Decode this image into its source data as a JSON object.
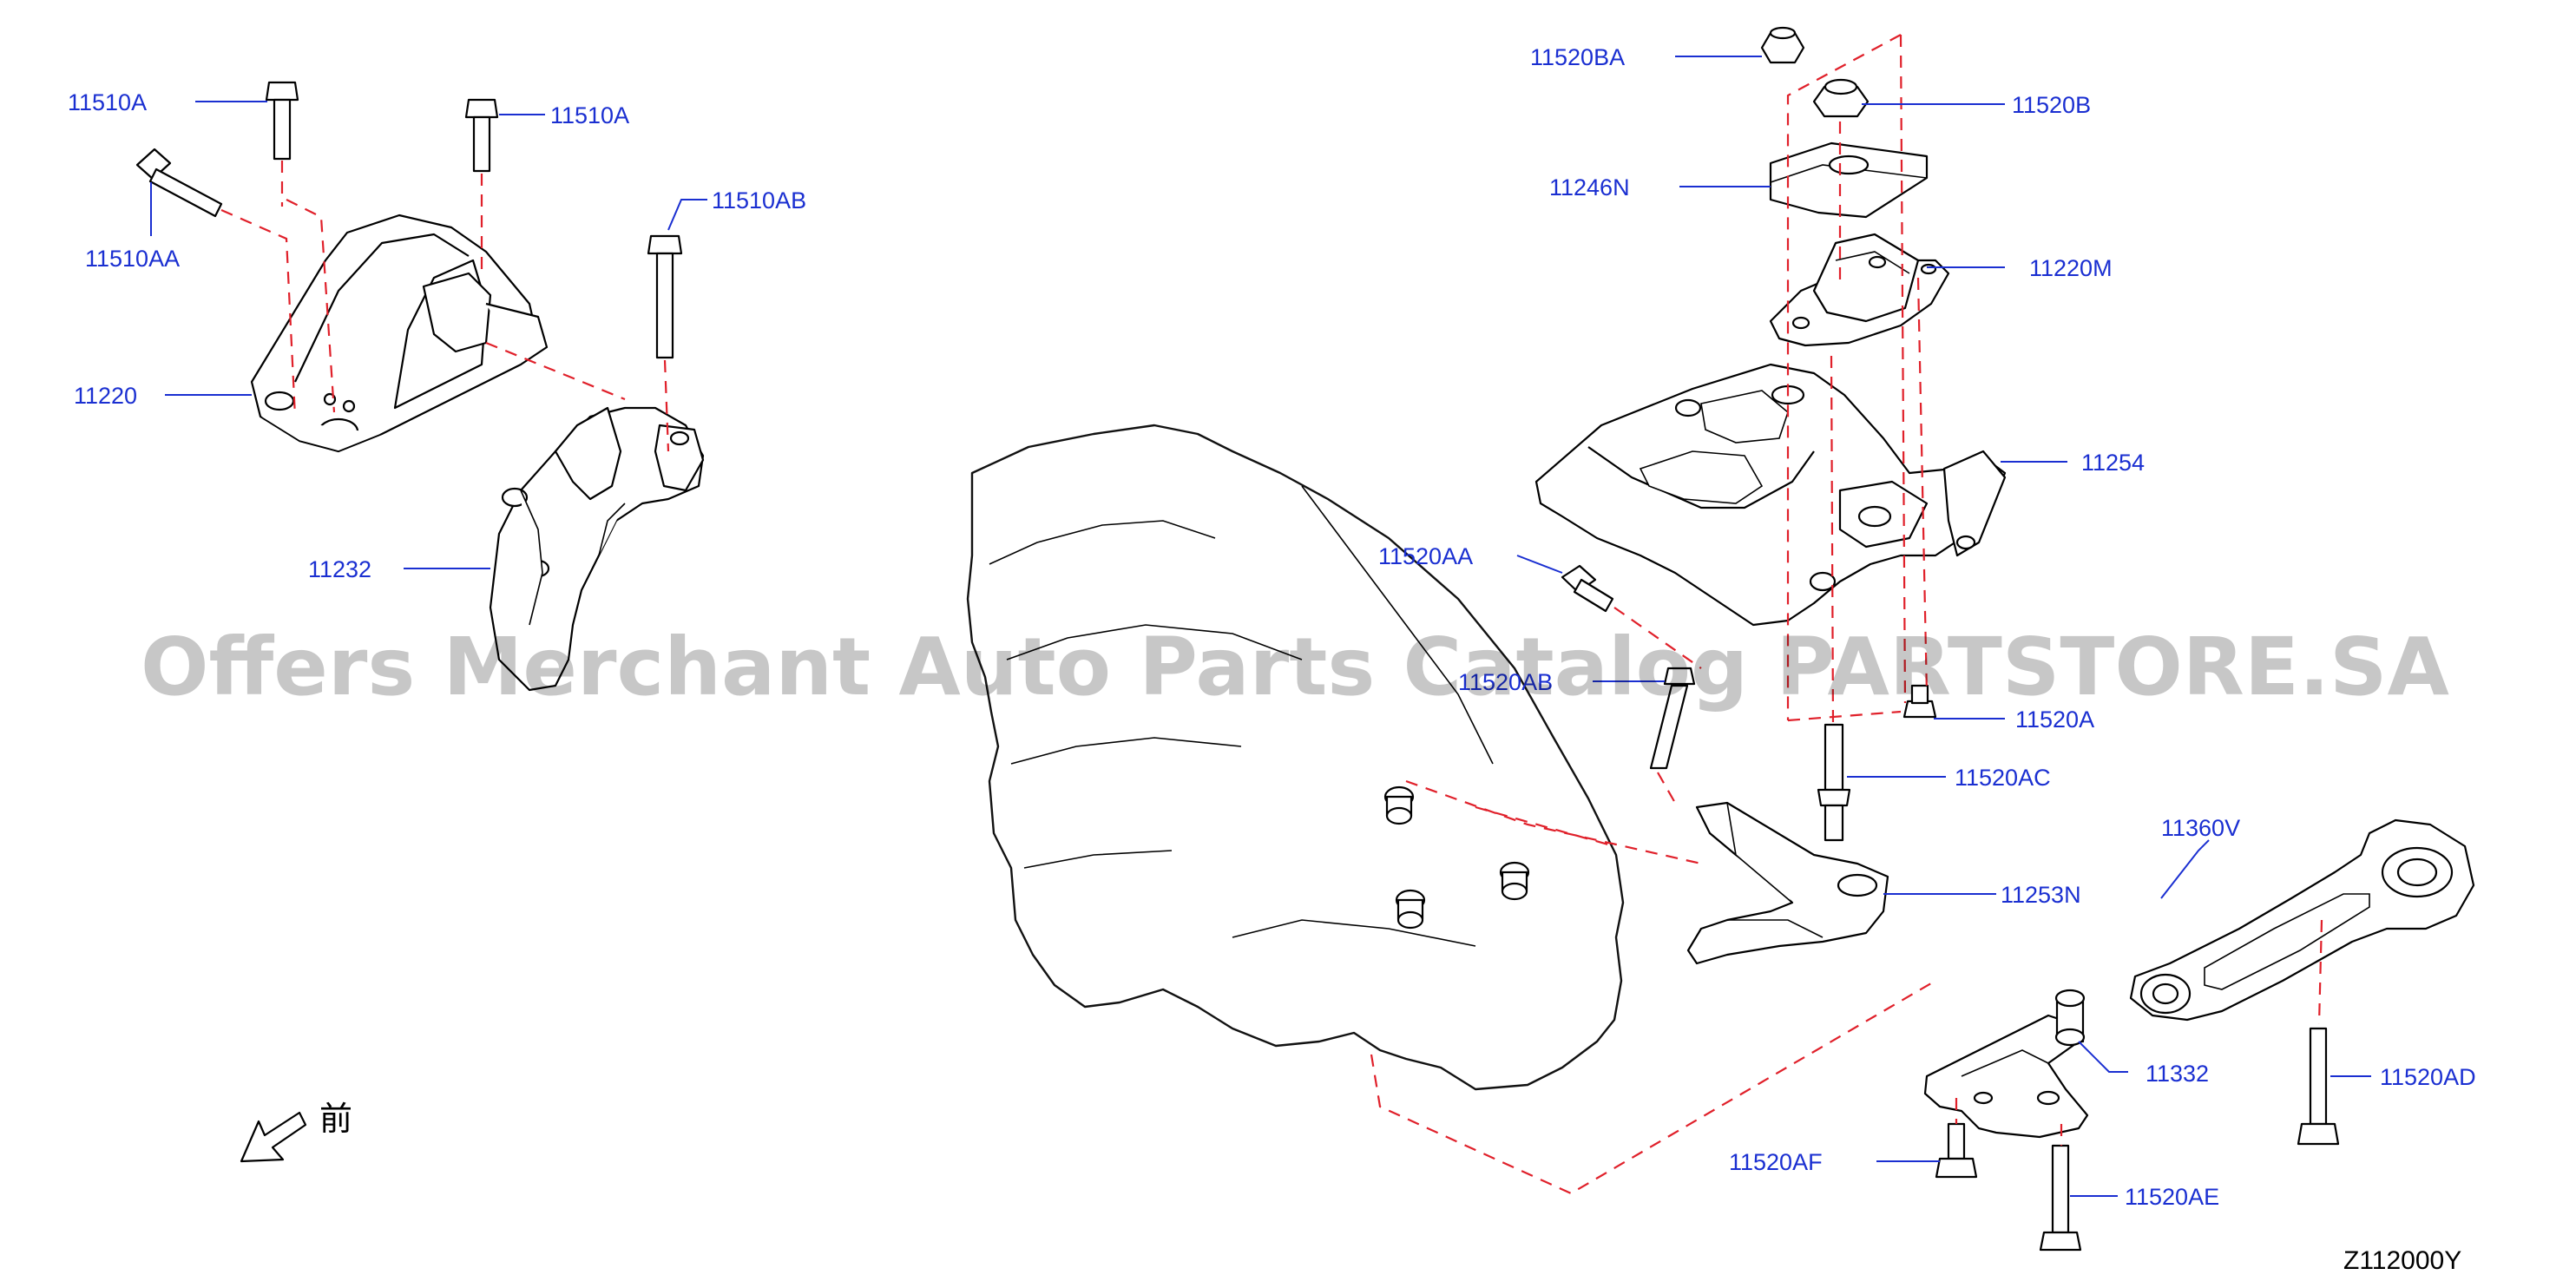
{
  "diagram": {
    "code": "Z112000Y",
    "watermark": "Offers Merchant Auto Parts Catalog PARTSTORE.SA",
    "front_label": "前",
    "callouts": {
      "c_11510A_left": "11510A",
      "c_11510A_right": "11510A",
      "c_11510AA": "11510AA",
      "c_11510AB": "11510AB",
      "c_11220": "11220",
      "c_11232": "11232",
      "c_11520BA": "11520BA",
      "c_11520B": "11520B",
      "c_11246N": "11246N",
      "c_11220M": "11220M",
      "c_11254": "11254",
      "c_11520AA": "11520AA",
      "c_11520AB": "11520AB",
      "c_11520A": "11520A",
      "c_11520AC": "11520AC",
      "c_11253N": "11253N",
      "c_11360V": "11360V",
      "c_11332": "11332",
      "c_11520AD": "11520AD",
      "c_11520AF": "11520AF",
      "c_11520AE": "11520AE"
    }
  },
  "colors": {
    "callout_text": "#1a2fd1",
    "leader_line": "#1a2fd1",
    "dashed_guide": "#e0202a",
    "part_outline": "#000000"
  }
}
